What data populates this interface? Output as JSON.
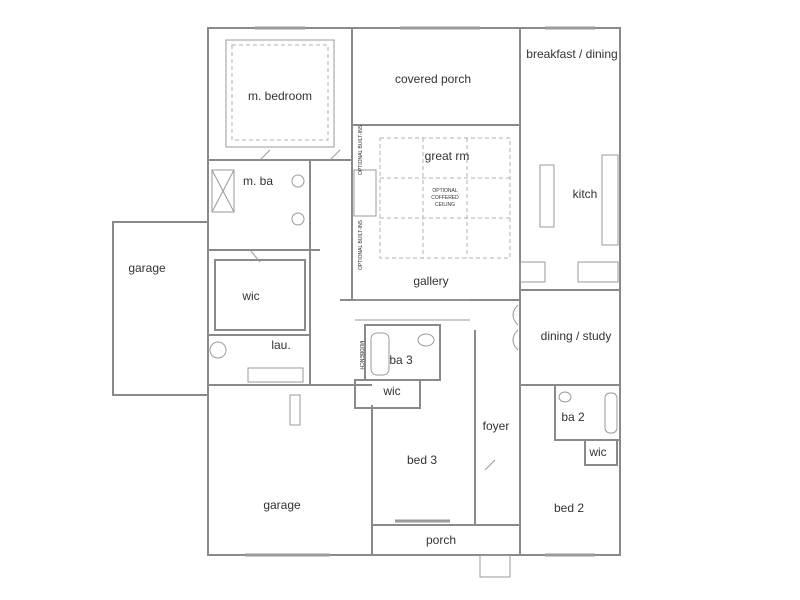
{
  "rooms": {
    "m_bedroom": "m. bedroom",
    "covered_porch": "covered porch",
    "breakfast_dining": "breakfast / dining",
    "great_rm": "great rm",
    "kitch": "kitch",
    "m_ba": "m. ba",
    "garage_side": "garage",
    "wic_master": "wic",
    "gallery": "gallery",
    "dining_study": "dining / study",
    "lau": "lau.",
    "ba3": "ba 3",
    "wic3": "wic",
    "foyer": "foyer",
    "ba2": "ba 2",
    "wic2": "wic",
    "bed3": "bed 3",
    "garage_main": "garage",
    "bed2": "bed 2",
    "porch": "porch"
  },
  "notes": {
    "optional_builtins_top": "OPTIONAL BUILT-INS",
    "optional_builtins_bottom": "OPTIONAL BUILT-INS",
    "coffered_1": "OPTIONAL",
    "coffered_2": "COFFERED",
    "coffered_3": "CEILING",
    "mudbench": "MUDBENCH"
  }
}
